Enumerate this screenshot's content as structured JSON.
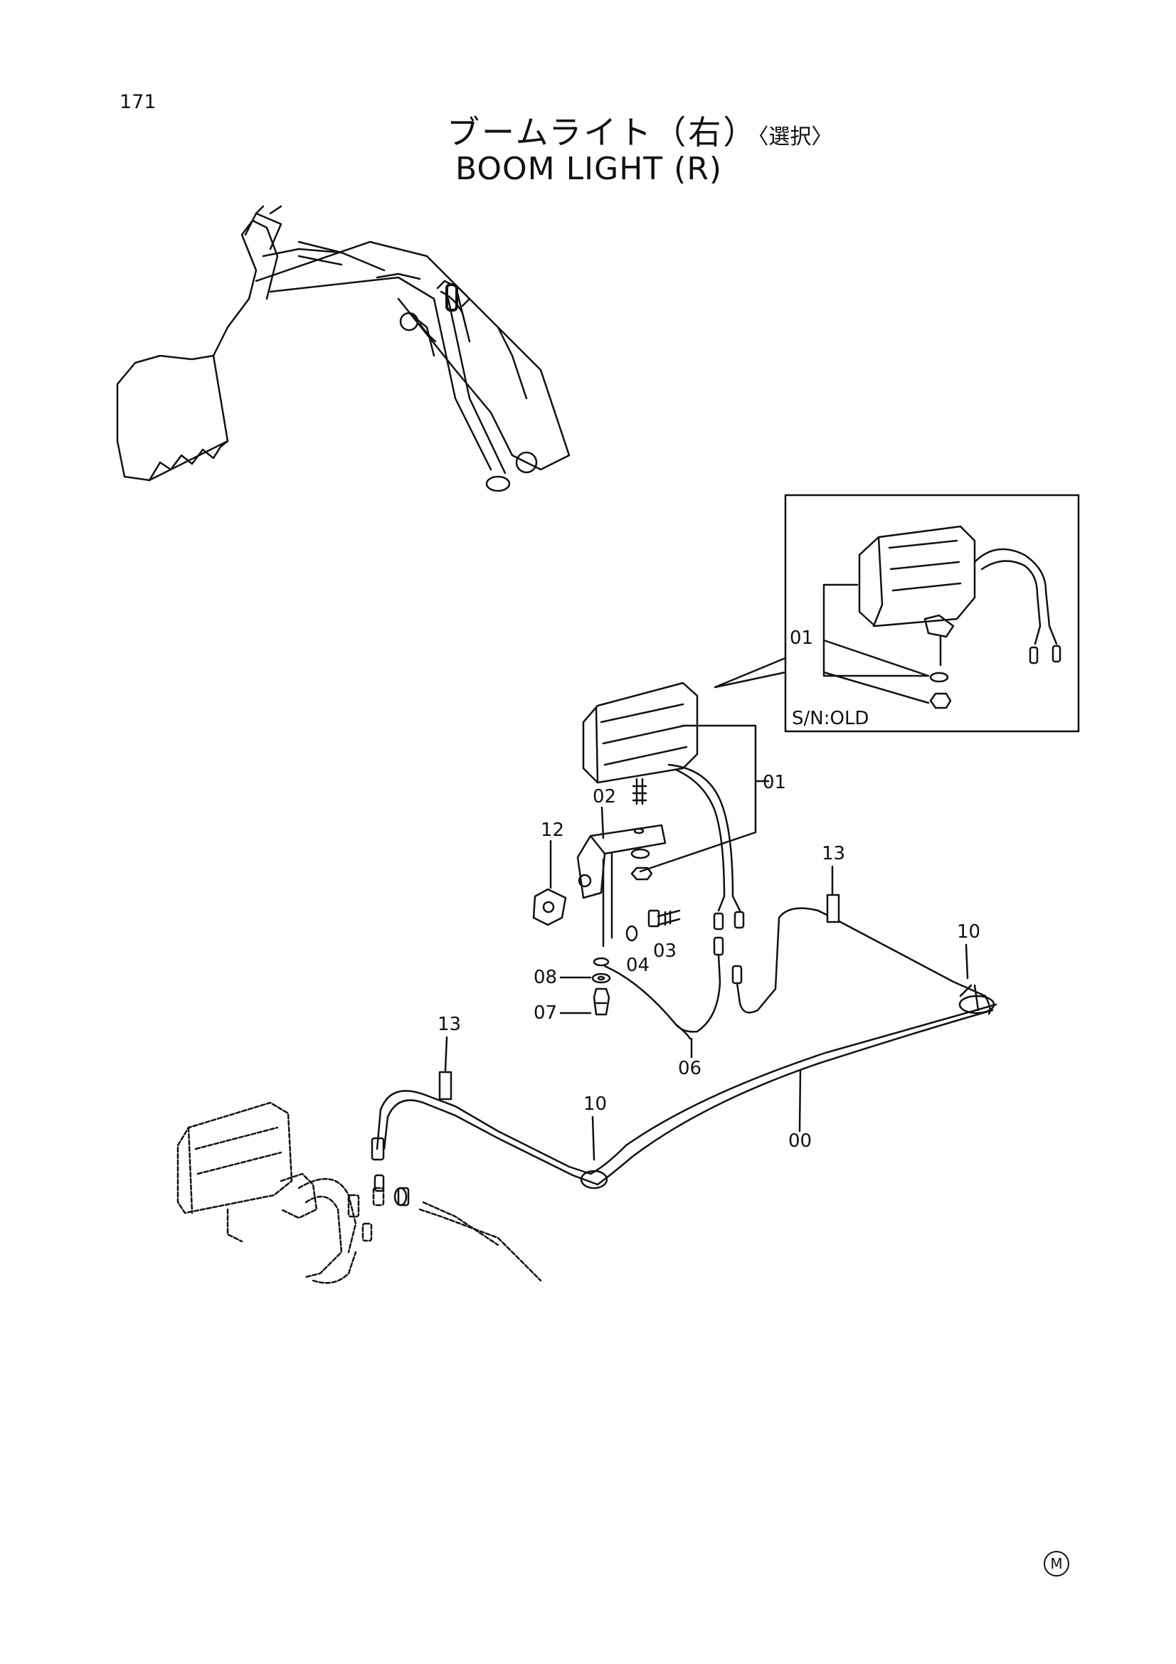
{
  "page_number": "171",
  "title_jp": "ブームライト（右）",
  "title_jp_suffix": "〈選択〉",
  "title_en": "BOOM LIGHT (R)",
  "inset_label": "S/N:OLD",
  "callouts": {
    "p00": "00",
    "p01_inset": "01",
    "p01": "01",
    "p02": "02",
    "p03": "03",
    "p04": "04",
    "p06": "06",
    "p07": "07",
    "p08": "08",
    "p10_right": "10",
    "p10_left": "10",
    "p12": "12",
    "p13_right": "13",
    "p13_left": "13"
  },
  "mark": "M"
}
